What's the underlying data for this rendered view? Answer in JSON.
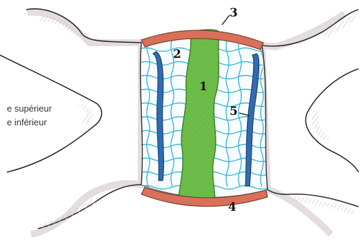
{
  "labels": {
    "text_upper": "e supérieur",
    "text_lower": "e inférieur",
    "n1": "1",
    "n2": "2",
    "n3": "3",
    "n4": "4",
    "n5": "5"
  },
  "colors": {
    "outline": "#2b2b2b",
    "shading": "#b9aab0",
    "grid": "#39b7d6",
    "green_band": "#6fbf4a",
    "green_shade": "#3f8f2c",
    "blue_band": "#2f6db3",
    "orange_band": "#d9705a"
  }
}
